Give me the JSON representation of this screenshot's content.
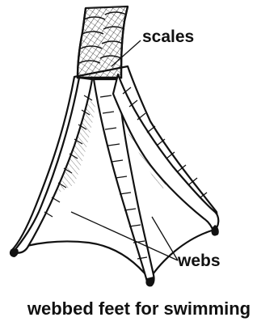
{
  "labels": {
    "scales": "scales",
    "webs": "webs"
  },
  "caption": "webbed feet for swimming",
  "colors": {
    "ink": "#111111",
    "background": "#ffffff"
  }
}
